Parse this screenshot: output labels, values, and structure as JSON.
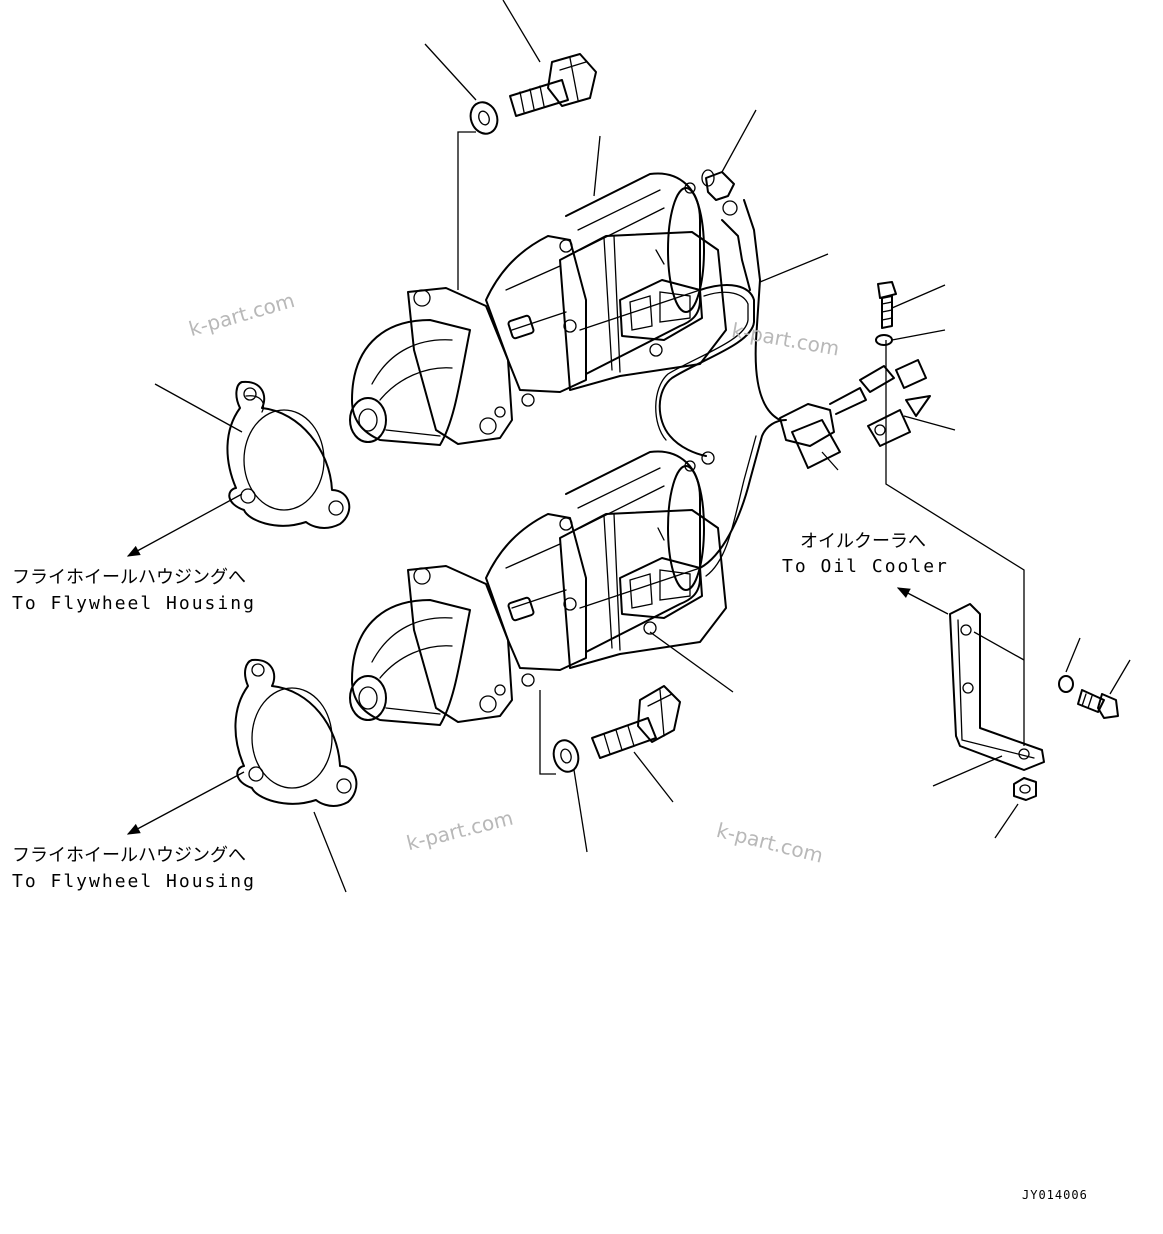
{
  "watermarks": [
    "k-part.com",
    "k-part.com",
    "k-part.com",
    "k-part.com"
  ],
  "callouts": {
    "flywheel_upper": {
      "jp": "フライホイールハウジングへ",
      "en": "To Flywheel Housing"
    },
    "flywheel_lower": {
      "jp": "フライホイールハウジングへ",
      "en": "To Flywheel Housing"
    },
    "oil_cooler": {
      "jp": "オイルクーラへ",
      "en": "To Oil Cooler"
    }
  },
  "drawing_code": "JY014006",
  "colors": {
    "line": "#000000",
    "watermark": "#b8b8b8",
    "background": "#ffffff"
  }
}
